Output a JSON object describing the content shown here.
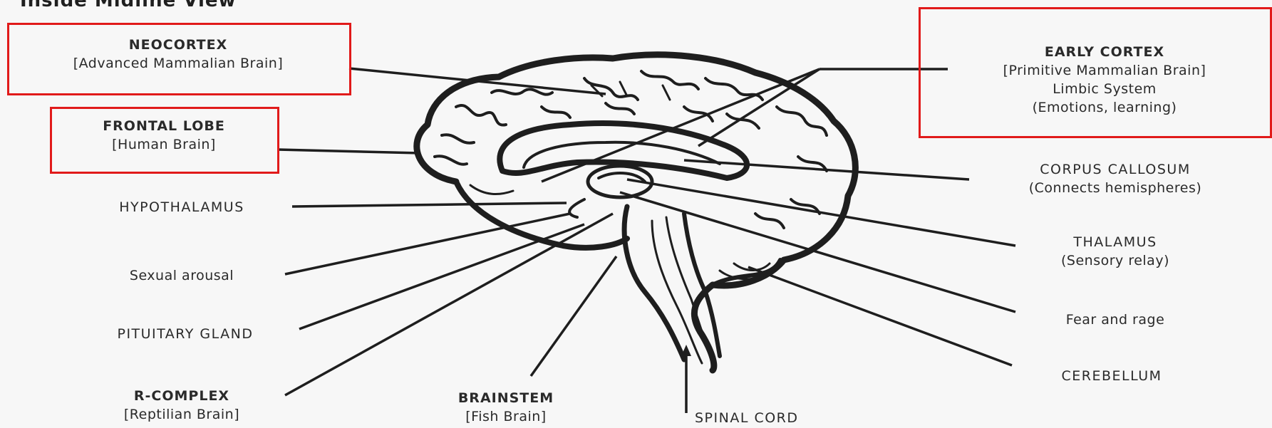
{
  "heading": "Inside Midline View",
  "highlight_color": "#e11a1a",
  "labels": {
    "neocortex": {
      "name": "NEOCORTEX",
      "sub": "[Advanced Mammalian Brain]"
    },
    "frontal_lobe": {
      "name": "FRONTAL LOBE",
      "sub": "[Human Brain]"
    },
    "hypothalamus": {
      "name": "HYPOTHALAMUS"
    },
    "sexual_arousal": {
      "name": "Sexual arousal"
    },
    "pituitary_gland": {
      "name": "PITUITARY GLAND"
    },
    "r_complex": {
      "name": "R-COMPLEX",
      "sub": "[Reptilian Brain]"
    },
    "brainstem": {
      "name": "BRAINSTEM",
      "sub": "[Fish Brain]"
    },
    "spinal_cord": {
      "name": "SPINAL CORD"
    },
    "early_cortex": {
      "name": "EARLY CORTEX",
      "sub": "[Primitive Mammalian Brain]",
      "sub2": "Limbic System",
      "sub3": "(Emotions, learning)"
    },
    "corpus_callosum": {
      "name": "CORPUS CALLOSUM",
      "sub": "(Connects hemispheres)"
    },
    "thalamus": {
      "name": "THALAMUS",
      "sub": "(Sensory relay)"
    },
    "fear_rage": {
      "name": "Fear and rage"
    },
    "cerebellum": {
      "name": "CEREBELLUM"
    }
  }
}
